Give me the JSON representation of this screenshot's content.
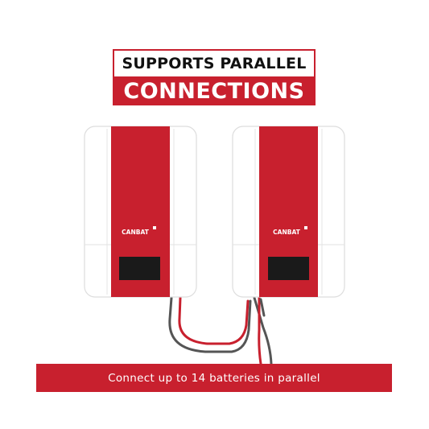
{
  "headline": {
    "line1": "SUPPORTS PARALLEL",
    "line2": "CONNECTIONS"
  },
  "batteries": [
    {
      "brand": "CANBAT"
    },
    {
      "brand": "CANBAT"
    }
  ],
  "banner": {
    "text": "Connect up to 14 batteries in parallel"
  },
  "colors": {
    "accent_red": "#c8202e",
    "screen": "#1a1a1a",
    "cable_gray": "#555555",
    "cable_red": "#c8202e"
  }
}
